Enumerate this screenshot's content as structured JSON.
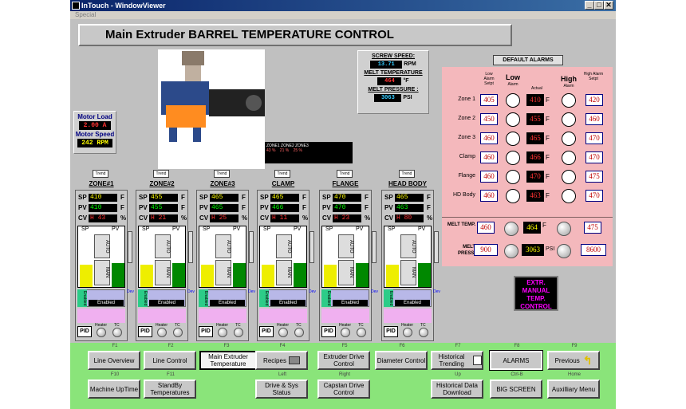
{
  "window": {
    "title": "InTouch - WindowViewer",
    "menu": "Special",
    "controls": [
      "_",
      "□",
      "✕"
    ]
  },
  "header": {
    "title": "Main Extruder BARREL TEMPERATURE CONTROL"
  },
  "info": {
    "screw_label": "SCREW SPEED:",
    "screw_value": "13.71",
    "screw_unit": "RPM",
    "melt_temp_label": "MELT TEMPERATURE",
    "melt_temp_value": "464",
    "melt_temp_unit": "°F",
    "melt_press_label": "MELT PRESSURE :",
    "melt_press_value": "3063",
    "melt_press_unit": "PSI"
  },
  "motor": {
    "load_label": "Motor Load",
    "load_value": "2.00 A",
    "speed_label": "Motor Speed",
    "speed_value": "242 RPM"
  },
  "zonebar": {
    "label": "ZONE1 ZONE2 ZONE3",
    "v1": "43 %",
    "v2": "21 %",
    "v3": "25 %"
  },
  "zones": [
    {
      "name": "ZONE#1",
      "sp": "410",
      "pv": "410",
      "cv": "H 43",
      "trend": "Trend"
    },
    {
      "name": "ZONE#2",
      "sp": "455",
      "pv": "455",
      "cv": "H 21",
      "trend": "Trend"
    },
    {
      "name": "ZONE#3",
      "sp": "465",
      "pv": "465",
      "cv": "H 25",
      "trend": "Trend"
    },
    {
      "name": "CLAMP",
      "sp": "465",
      "pv": "466",
      "cv": "H 11",
      "trend": "Trend"
    },
    {
      "name": "FLANGE",
      "sp": "470",
      "pv": "470",
      "cv": "H 23",
      "trend": "Trend"
    },
    {
      "name": "HEAD BODY",
      "sp": "465",
      "pv": "463",
      "cv": "H 80",
      "trend": "Trend"
    }
  ],
  "zone_common": {
    "sp": "SP",
    "pv": "PV",
    "cv": "CV",
    "f": "F",
    "pct": "%",
    "auto": "AUTO",
    "man": "MAN",
    "enabled": "Enabled",
    "pid": "PID",
    "heater": "Heater",
    "tc": "TC",
    "dev": "Dev"
  },
  "alarms": {
    "default_button": "DEFAULT ALARMS",
    "hdr_low_setpt": "Low Alarm Setpt",
    "hdr_low": "Low",
    "hdr_actual": "Actual",
    "hdr_high": "High",
    "hdr_high_alarm": "Alarm",
    "hdr_high_setpt": "High Alarm Setpt",
    "hdr_low_alarm": "Alarm",
    "f": "F",
    "rows": [
      {
        "name": "Zone 1",
        "low": "405",
        "actual": "410",
        "high": "420"
      },
      {
        "name": "Zone 2",
        "low": "450",
        "actual": "455",
        "high": "460"
      },
      {
        "name": "Zone 3",
        "low": "460",
        "actual": "465",
        "high": "470"
      },
      {
        "name": "Clamp",
        "low": "460",
        "actual": "466",
        "high": "470"
      },
      {
        "name": "Flange",
        "low": "460",
        "actual": "470",
        "high": "475"
      },
      {
        "name": "HD Body",
        "low": "460",
        "actual": "463",
        "high": "470"
      }
    ],
    "melt_temp_label": "MELT TEMP.",
    "melt_temp_low": "460",
    "melt_temp_actual": "464",
    "melt_temp_high": "475",
    "melt_press_label": "MELT PRESS.",
    "melt_press_low": "900",
    "melt_press_actual": "3063",
    "melt_press_unit": "PSI",
    "melt_press_high": "8600"
  },
  "manual_button": "EXTR. MANUAL TEMP. CONTROL",
  "nav": [
    {
      "key": "F1",
      "label": "Line Overview"
    },
    {
      "key": "F2",
      "label": "Line Control"
    },
    {
      "key": "F3",
      "label": "Main Extruder Temperature"
    },
    {
      "key": "F4",
      "label": "Recipes"
    },
    {
      "key": "F5",
      "label": "Extruder Drive Control"
    },
    {
      "key": "F6",
      "label": "Diameter Control"
    },
    {
      "key": "F7",
      "label": "Historical Trending"
    },
    {
      "key": "F8",
      "label": "ALARMS"
    },
    {
      "key": "F9",
      "label": "Previous"
    },
    {
      "key": "F10",
      "label": "Machine UpTime"
    },
    {
      "key": "F11",
      "label": "StandBy Temperatures"
    },
    {
      "key": "Left",
      "label": "Drive & Sys Status"
    },
    {
      "key": "Right",
      "label": "Capstan Drive Control"
    },
    {
      "key": "Up",
      "label": "Historical Data Download"
    },
    {
      "key": "Ctrl-B",
      "label": "BIG SCREEN"
    },
    {
      "key": "Home",
      "label": "Auxilliary Menu"
    }
  ]
}
